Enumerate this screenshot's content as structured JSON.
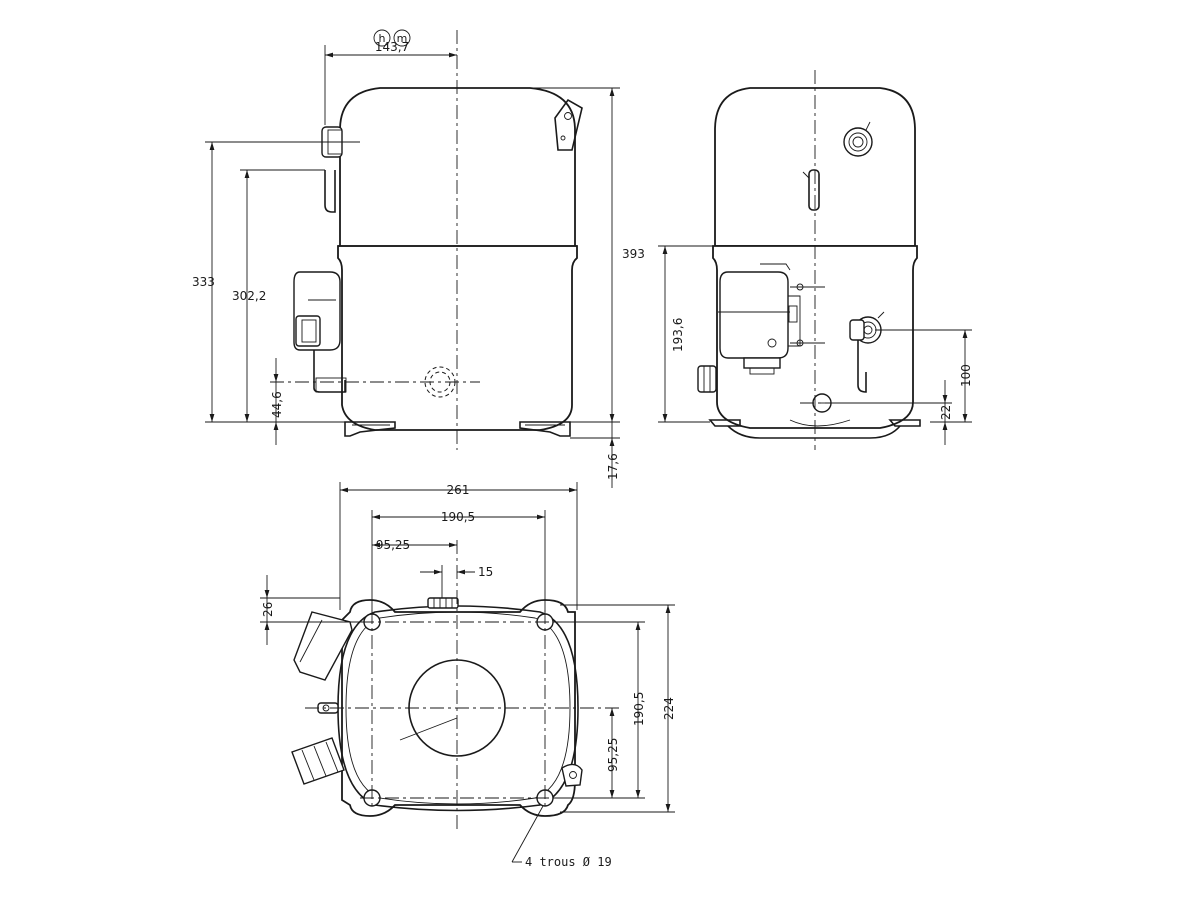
{
  "views": {
    "front": {
      "name": "front-view",
      "dimensions": {
        "width_top": "143,7",
        "height_total": "393",
        "height_suction": "333",
        "height_discharge": "302,2",
        "height_process": "44,6",
        "foot_height": "17,6"
      },
      "symbols": {
        "h": "h",
        "m": "m"
      }
    },
    "side": {
      "name": "side-view",
      "dimensions": {
        "height_body": "193,6",
        "height_connection": "100",
        "height_drain": "22"
      }
    },
    "top": {
      "name": "top-view",
      "dimensions": {
        "overall_width": "261",
        "hole_spacing_x": "190,5",
        "half_spacing_x": "95,25",
        "offset": "15",
        "edge_offset": "26",
        "hole_spacing_y": "190,5",
        "half_spacing_y": "95,25",
        "overall_depth": "224"
      },
      "note": "4 trous  Ø 19"
    }
  }
}
